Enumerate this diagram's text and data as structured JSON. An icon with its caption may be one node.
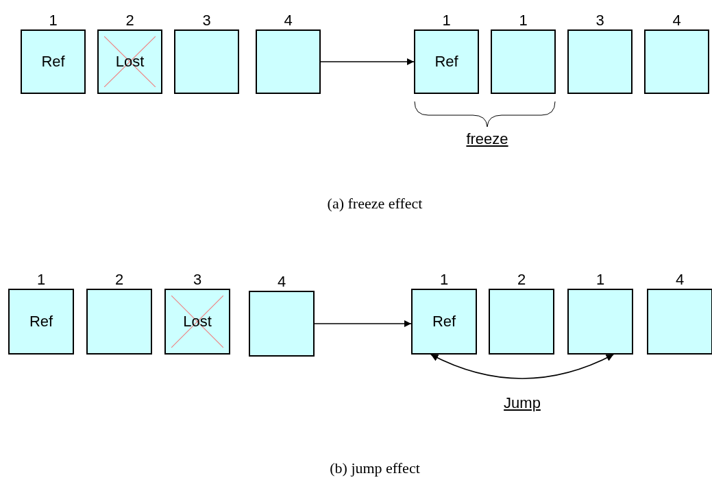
{
  "diagram": {
    "nodes": [
      {
        "text": [
          "1",
          "Ref"
        ]
      },
      {
        "text": [
          "2",
          "Lost"
        ]
      },
      {
        "text": [
          "3"
        ]
      },
      {
        "text": [
          "4"
        ]
      },
      {
        "text": [
          "1",
          "Ref"
        ]
      },
      {
        "text": [
          "1"
        ]
      },
      {
        "text": [
          "3"
        ]
      },
      {
        "text": [
          "4"
        ]
      },
      {
        "text": [
          "1",
          "Ref"
        ]
      },
      {
        "text": [
          "2"
        ]
      },
      {
        "text": [
          "3",
          "Lost"
        ]
      },
      {
        "text": [
          "4"
        ]
      },
      {
        "text": [
          "1",
          "Ref"
        ]
      },
      {
        "text": [
          "2"
        ]
      },
      {
        "text": [
          "1"
        ]
      },
      {
        "text": [
          "4"
        ]
      }
    ],
    "edges": [
      {
        "from": 3,
        "to": 4,
        "arrow": "to"
      },
      {
        "from": 11,
        "to": 12,
        "arrow": "to"
      },
      {
        "from": 12,
        "to": 14,
        "arrow": "both",
        "label": "Jump"
      }
    ],
    "labels": [
      "freeze",
      "(a) freeze effect",
      "(b) jump effect"
    ]
  }
}
